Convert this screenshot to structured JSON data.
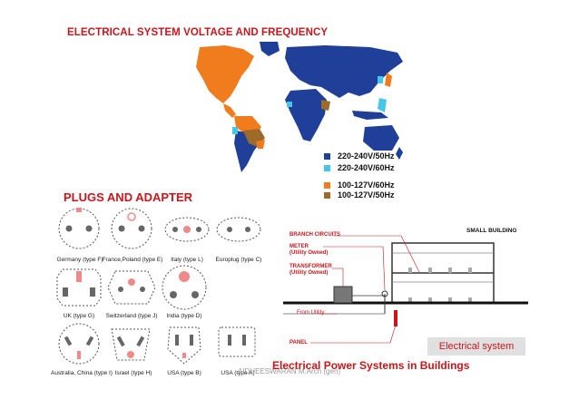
{
  "titles": {
    "voltage": "ELECTRICAL SYSTEM VOLTAGE AND FREQUENCY",
    "plugs": "PLUGS AND ADAPTER",
    "power_systems": "Electrical Power Systems in Buildings"
  },
  "legend": [
    {
      "label": "220-240V/50Hz",
      "color": "#1f3f99"
    },
    {
      "label": "220-240V/60Hz",
      "color": "#44c7e8"
    },
    {
      "label": "100-127V/60Hz",
      "color": "#f07c1e"
    },
    {
      "label": "100-127V/50Hz",
      "color": "#9c6a2a"
    }
  ],
  "plugs": [
    {
      "label": "Germany (type F)",
      "icon": "plug-type-f-icon"
    },
    {
      "label": "France,Poland (type E)",
      "icon": "plug-type-e-icon"
    },
    {
      "label": "Italy (type L)",
      "icon": "plug-type-l-icon"
    },
    {
      "label": "Europlug (type C)",
      "icon": "plug-type-c-icon"
    },
    {
      "label": "UK (type G)",
      "icon": "plug-type-g-icon"
    },
    {
      "label": "Switzerland (type J)",
      "icon": "plug-type-j-icon"
    },
    {
      "label": "India (type D)",
      "icon": "plug-type-d-icon"
    },
    {
      "label": "Australia, China (type I)",
      "icon": "plug-type-i-icon"
    },
    {
      "label": "Israel (type H)",
      "icon": "plug-type-h-icon"
    },
    {
      "label": "USA (type B)",
      "icon": "plug-type-b-icon"
    },
    {
      "label": "USA (type A)",
      "icon": "plug-type-a-icon"
    }
  ],
  "diagram": {
    "branch_circuits": "BRANCH CIRCUITS",
    "meter": "METER",
    "meter_sub": "(Utility Owned)",
    "transformer": "TRANSFORMER",
    "transformer_sub": "(Utility Owned)",
    "from_utility": "From Utility",
    "panel": "PANEL",
    "small_building": "SMALL BUILDING",
    "caption": "Electrical system"
  },
  "author": "AIDHEESWARAN M.Arch (gen)"
}
